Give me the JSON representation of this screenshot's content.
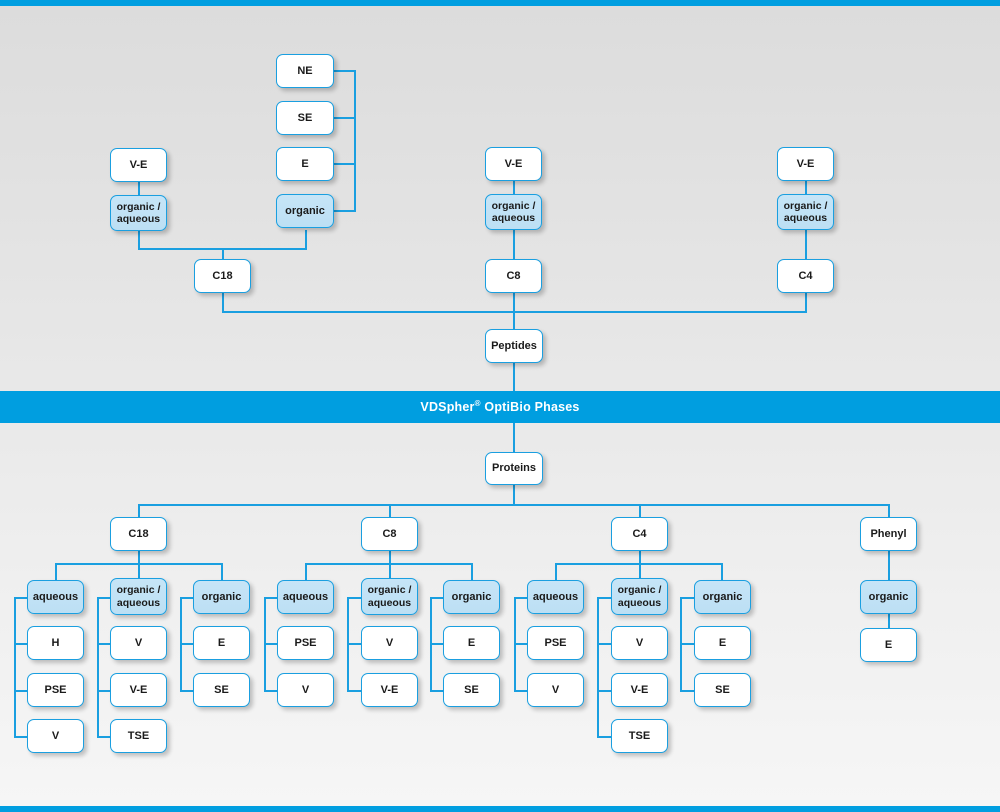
{
  "banner": {
    "text_before": "VDSpher",
    "registered": "®",
    "text_after": " OptiBio Phases"
  },
  "colors": {
    "accent_blue": "#009ee0",
    "line_blue": "#1a9fe0",
    "node_fill_highlight": "#c6e5f7",
    "node_fill_default": "#ffffff",
    "background_top": "#dcdcdc",
    "background_bottom": "#f6f6f6",
    "text": "#1a1a1a"
  },
  "peptides": {
    "root_label": "Peptides",
    "branches": [
      {
        "id": "c18",
        "label": "C18",
        "modifiers": [
          {
            "label_line1": "organic /",
            "label_line2": "aqueous",
            "highlight": true,
            "children": [
              {
                "label": "V-E"
              }
            ]
          },
          {
            "label_line1": "organic",
            "label_line2": "",
            "highlight": true,
            "children": [
              {
                "label": "NE"
              },
              {
                "label": "SE"
              },
              {
                "label": "E"
              }
            ]
          }
        ]
      },
      {
        "id": "c8",
        "label": "C8",
        "modifiers": [
          {
            "label_line1": "organic /",
            "label_line2": "aqueous",
            "highlight": true,
            "children": [
              {
                "label": "V-E"
              }
            ]
          }
        ]
      },
      {
        "id": "c4",
        "label": "C4",
        "modifiers": [
          {
            "label_line1": "organic /",
            "label_line2": "aqueous",
            "highlight": true,
            "children": [
              {
                "label": "V-E"
              }
            ]
          }
        ]
      }
    ]
  },
  "proteins": {
    "root_label": "Proteins",
    "branches": [
      {
        "id": "c18",
        "label": "C18",
        "modifiers": [
          {
            "label_line1": "aqueous",
            "label_line2": "",
            "highlight": true,
            "children": [
              {
                "label": "H"
              },
              {
                "label": "PSE"
              },
              {
                "label": "V"
              }
            ]
          },
          {
            "label_line1": "organic /",
            "label_line2": "aqueous",
            "highlight": true,
            "children": [
              {
                "label": "V"
              },
              {
                "label": "V-E"
              },
              {
                "label": "TSE"
              }
            ]
          },
          {
            "label_line1": "organic",
            "label_line2": "",
            "highlight": true,
            "children": [
              {
                "label": "E"
              },
              {
                "label": "SE"
              }
            ]
          }
        ]
      },
      {
        "id": "c8",
        "label": "C8",
        "modifiers": [
          {
            "label_line1": "aqueous",
            "label_line2": "",
            "highlight": true,
            "children": [
              {
                "label": "PSE"
              },
              {
                "label": "V"
              }
            ]
          },
          {
            "label_line1": "organic /",
            "label_line2": "aqueous",
            "highlight": true,
            "children": [
              {
                "label": "V"
              },
              {
                "label": "V-E"
              }
            ]
          },
          {
            "label_line1": "organic",
            "label_line2": "",
            "highlight": true,
            "children": [
              {
                "label": "E"
              },
              {
                "label": "SE"
              }
            ]
          }
        ]
      },
      {
        "id": "c4",
        "label": "C4",
        "modifiers": [
          {
            "label_line1": "aqueous",
            "label_line2": "",
            "highlight": true,
            "children": [
              {
                "label": "PSE"
              },
              {
                "label": "V"
              }
            ]
          },
          {
            "label_line1": "organic /",
            "label_line2": "aqueous",
            "highlight": true,
            "children": [
              {
                "label": "V"
              },
              {
                "label": "V-E"
              },
              {
                "label": "TSE"
              }
            ]
          },
          {
            "label_line1": "organic",
            "label_line2": "",
            "highlight": true,
            "children": [
              {
                "label": "E"
              },
              {
                "label": "SE"
              }
            ]
          }
        ]
      },
      {
        "id": "phenyl",
        "label": "Phenyl",
        "modifiers": [
          {
            "label_line1": "organic",
            "label_line2": "",
            "highlight": true,
            "children": [
              {
                "label": "E"
              }
            ]
          }
        ]
      }
    ]
  },
  "nodes": {
    "top_c18_ve": "V-E",
    "top_c18_oa_1": "organic /",
    "top_c18_oa_2": "aqueous",
    "top_ne": "NE",
    "top_se": "SE",
    "top_e": "E",
    "top_organic": "organic",
    "top_c18": "C18",
    "top_c8_ve": "V-E",
    "top_c8_oa_1": "organic /",
    "top_c8_oa_2": "aqueous",
    "top_c8": "C8",
    "top_c4_ve": "V-E",
    "top_c4_oa_1": "organic /",
    "top_c4_oa_2": "aqueous",
    "top_c4": "C4",
    "peptides": "Peptides",
    "proteins": "Proteins",
    "b_c18": "C18",
    "b_c18_aq": "aqueous",
    "b_c18_aq_h": "H",
    "b_c18_aq_pse": "PSE",
    "b_c18_aq_v": "V",
    "b_c18_oa_1": "organic /",
    "b_c18_oa_2": "aqueous",
    "b_c18_oa_v": "V",
    "b_c18_oa_ve": "V-E",
    "b_c18_oa_tse": "TSE",
    "b_c18_org": "organic",
    "b_c18_org_e": "E",
    "b_c18_org_se": "SE",
    "b_c8": "C8",
    "b_c8_aq": "aqueous",
    "b_c8_aq_pse": "PSE",
    "b_c8_aq_v": "V",
    "b_c8_oa_1": "organic /",
    "b_c8_oa_2": "aqueous",
    "b_c8_oa_v": "V",
    "b_c8_oa_ve": "V-E",
    "b_c8_org": "organic",
    "b_c8_org_e": "E",
    "b_c8_org_se": "SE",
    "b_c4": "C4",
    "b_c4_aq": "aqueous",
    "b_c4_aq_pse": "PSE",
    "b_c4_aq_v": "V",
    "b_c4_oa_1": "organic /",
    "b_c4_oa_2": "aqueous",
    "b_c4_oa_v": "V",
    "b_c4_oa_ve": "V-E",
    "b_c4_oa_tse": "TSE",
    "b_c4_org": "organic",
    "b_c4_org_e": "E",
    "b_c4_org_se": "SE",
    "b_phenyl": "Phenyl",
    "b_phenyl_org": "organic",
    "b_phenyl_org_e": "E"
  }
}
